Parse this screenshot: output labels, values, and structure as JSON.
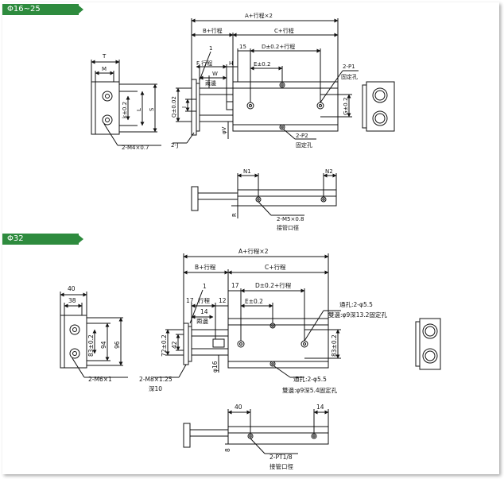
{
  "sections": {
    "small": {
      "title": "Φ16~25",
      "labels": {
        "total": "A+行程×2",
        "b_stroke": "B+行程",
        "c_stroke": "C+行程",
        "d_stroke": "D±0.2+行程",
        "dim15": "15",
        "e": "E±0.2",
        "part1": "1",
        "f_stroke": "F 行程",
        "h": "H",
        "w": "W",
        "both_sides": "兩邊",
        "t": "T",
        "m": "M",
        "k": "k±0.2",
        "l": "L",
        "s": "S",
        "q": "Q±0.02",
        "i": "I",
        "phi_v": "φV",
        "j": "2-J",
        "m4": "2-M4×0.7",
        "p1": "2-P1",
        "p1_note": "固定孔",
        "p2": "2-P2",
        "p2_note": "固定孔",
        "g": "G±0.2",
        "n1": "N1",
        "n2": "N2",
        "r": "R",
        "port": "2-M5×0.8",
        "port_note": "接管口徑"
      }
    },
    "large": {
      "title": "Φ32",
      "labels": {
        "total": "A+行程×2",
        "b_stroke": "B+行程",
        "c_stroke": "C+行程",
        "d_stroke": "D±0.2+行程",
        "dim17a": "17",
        "dim17b": "17",
        "stroke": "行程",
        "dim12": "12",
        "e": "E±0.2",
        "part1": "1",
        "dim14": "14",
        "both_sides": "兩邊",
        "w40": "40",
        "w38": "38",
        "h83": "83±0.2",
        "h94": "94",
        "h96": "96",
        "m6": "2-M6×1",
        "h72": "72±0.2",
        "h42": "42",
        "phi16": "φ16",
        "m8": "2-M8×1.25",
        "m8_depth": "深10",
        "through1": "通孔:2-φ5.5",
        "counter1": "雙邊:φ9深13.2固定孔",
        "through2": "通孔:2-φ5.5",
        "counter2": "雙邊:φ9深5.4固定孔",
        "h83r": "83±0.2",
        "dim40": "40",
        "dim14b": "14",
        "dim8": "8",
        "port": "2-PT1/8",
        "port_note": "接管口徑"
      }
    }
  }
}
